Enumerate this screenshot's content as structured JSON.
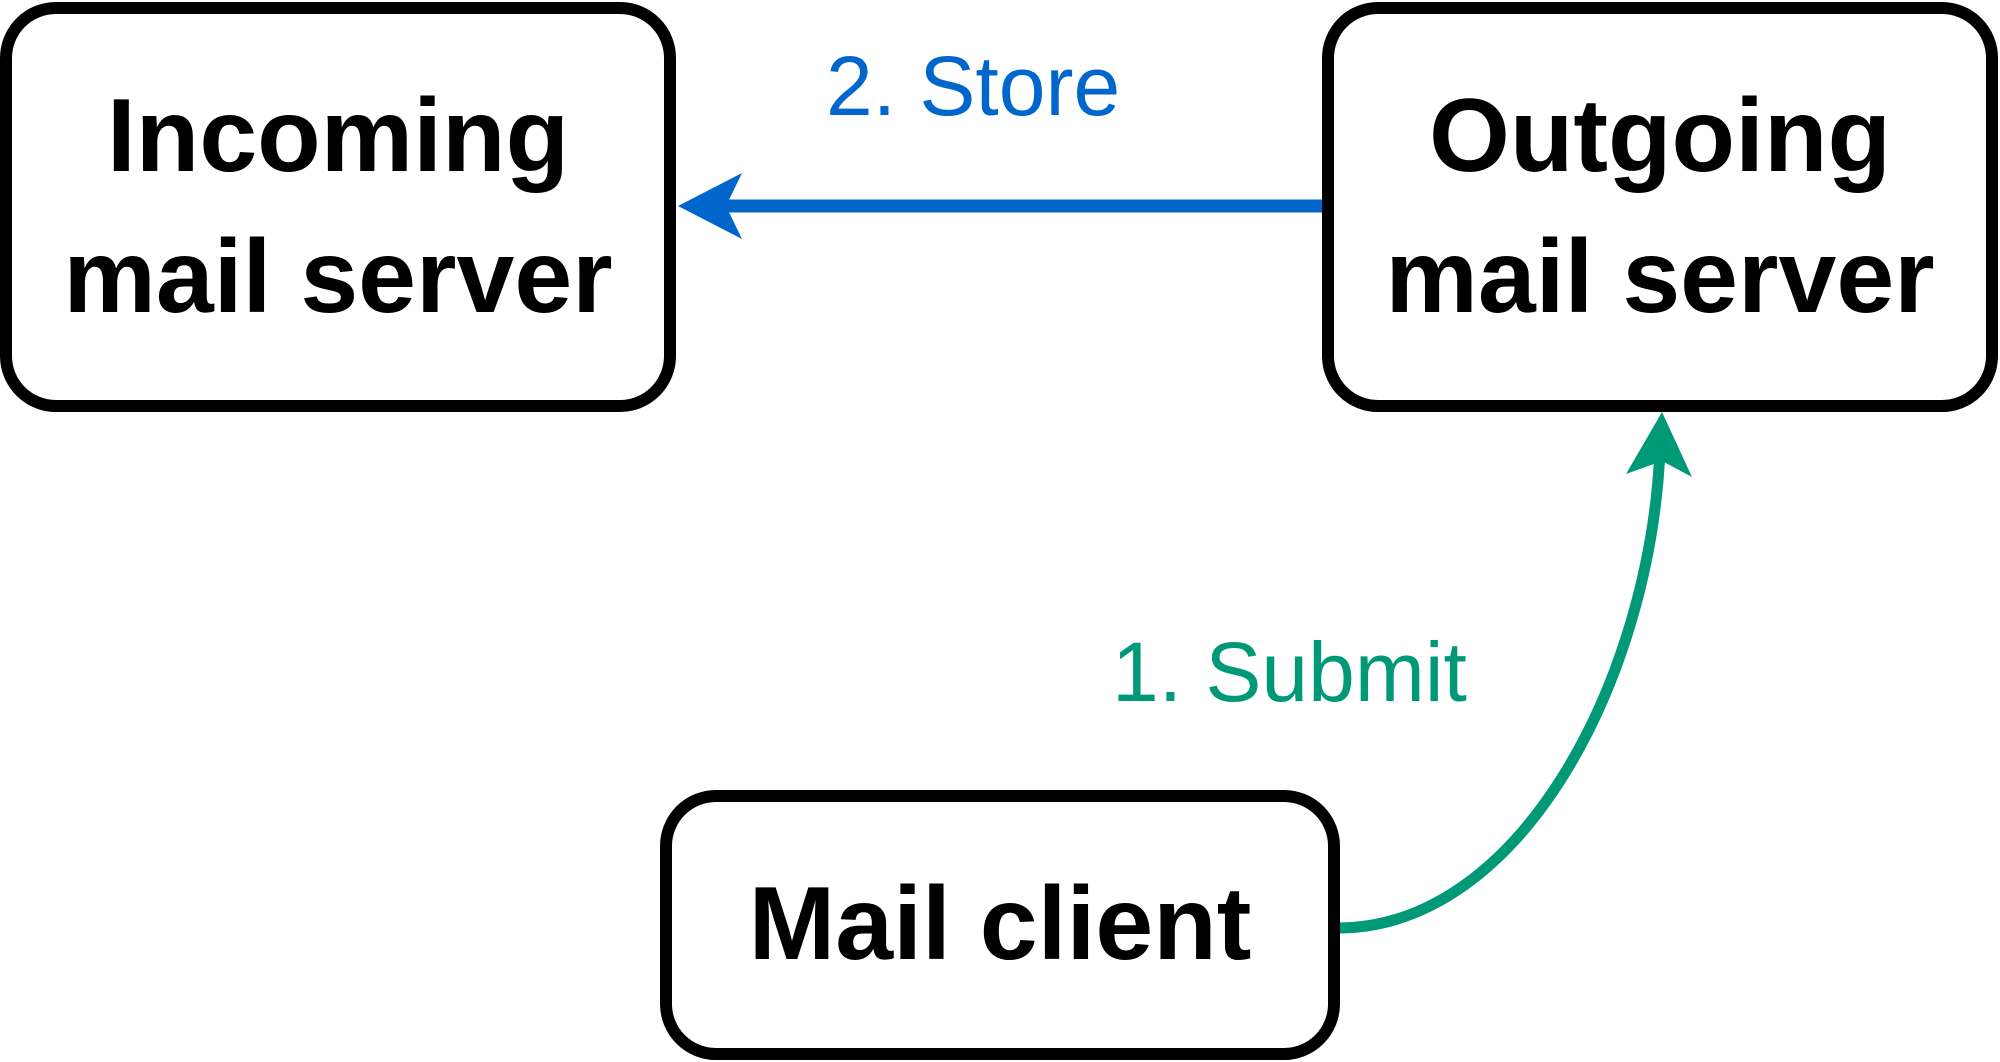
{
  "nodes": {
    "incoming": {
      "line1": "Incoming",
      "line2": "mail server"
    },
    "outgoing": {
      "line1": "Outgoing",
      "line2": "mail server"
    },
    "client": {
      "line1": "Mail client"
    }
  },
  "edges": {
    "store": {
      "label": "2. Store",
      "color": "#0066CC"
    },
    "submit": {
      "label": "1. Submit",
      "color": "#009977"
    }
  }
}
